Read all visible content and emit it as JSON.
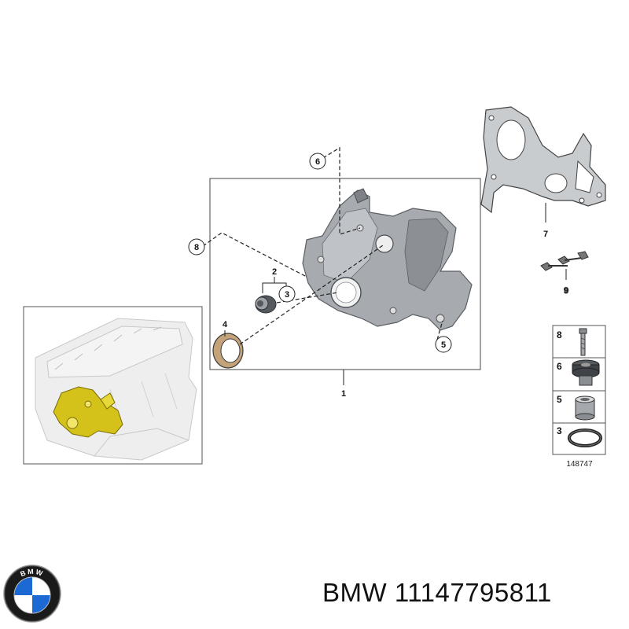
{
  "callouts": {
    "c1": "1",
    "c2": "2",
    "c3": "3",
    "c4": "4",
    "c5": "5",
    "c6": "6",
    "c7": "7",
    "c8": "8",
    "c9": "9"
  },
  "legend": {
    "items": [
      {
        "number": "8",
        "part": "bolt"
      },
      {
        "number": "6",
        "part": "rubber-mount"
      },
      {
        "number": "5",
        "part": "sleeve"
      },
      {
        "number": "3",
        "part": "ring"
      }
    ],
    "reference": "148747"
  },
  "logo": {
    "letters": "BMW",
    "colors": {
      "blue": "#1c69d4",
      "white": "#ffffff",
      "ring": "#111111"
    }
  },
  "caption": {
    "brand": "BMW",
    "part_number": "11147795811"
  },
  "colors": {
    "highlight": "#d4c21a",
    "metal": "#9a9ea3",
    "line": "#222222"
  }
}
